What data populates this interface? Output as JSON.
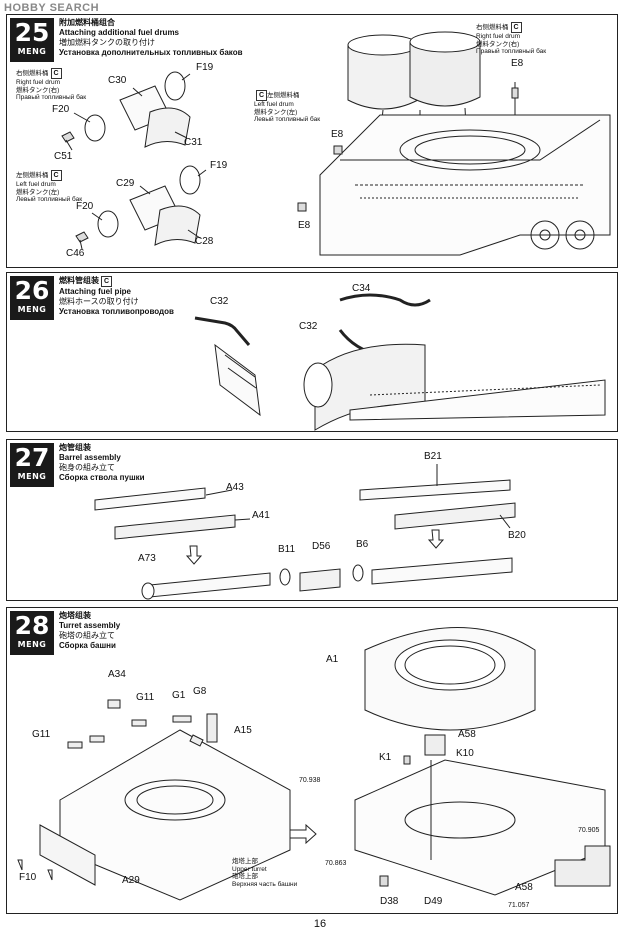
{
  "watermark": "HOBBY SEARCH",
  "page_number": "16",
  "brand": "MENG",
  "steps": [
    {
      "number": "25",
      "title_cn": "附加燃料桶组合",
      "title_en": "Attaching additional fuel drums",
      "title_jp": "増加燃料タンクの取り付け",
      "title_ru": "Установка дополнительных топливных баков",
      "right_drum": {
        "cn": "右侧燃料桶",
        "en": "Right fuel drum",
        "jp": "燃料タンク(右)",
        "ru": "Правый топливный бак"
      },
      "left_drum": {
        "cn": "左侧燃料桶",
        "en": "Left fuel drum",
        "jp": "燃料タンク(左)",
        "ru": "Левый топливный бак"
      },
      "parts": [
        "C30",
        "F19",
        "F20",
        "C51",
        "C31",
        "C29",
        "F19",
        "F20",
        "C46",
        "C28",
        "E8",
        "E8",
        "E8"
      ]
    },
    {
      "number": "26",
      "title_cn": "燃料管组装",
      "title_en": "Attaching fuel pipe",
      "title_jp": "燃料ホースの取り付け",
      "title_ru": "Установка топливопроводов",
      "parts": [
        "C32",
        "C34",
        "C32"
      ]
    },
    {
      "number": "27",
      "title_cn": "炮管组装",
      "title_en": "Barrel assembly",
      "title_jp": "砲身の組み立て",
      "title_ru": "Сборка ствола пушки",
      "parts": [
        "A43",
        "A41",
        "B21",
        "B20",
        "A73",
        "B11",
        "D56",
        "B6"
      ]
    },
    {
      "number": "28",
      "title_cn": "炮塔组装",
      "title_en": "Turret assembly",
      "title_jp": "砲塔の組み立て",
      "title_ru": "Сборка башни",
      "upper_turret": {
        "cn": "炮塔上部",
        "en": "Upper turret",
        "jp": "砲塔上部",
        "ru": "Верхняя часть башни"
      },
      "parts": [
        "A34",
        "G11",
        "G1",
        "G8",
        "G11",
        "A15",
        "F10",
        "A29",
        "A1",
        "A58",
        "K1",
        "K10",
        "D38",
        "D49",
        "A58"
      ],
      "paints": [
        "70.938",
        "70.863",
        "70.905",
        "71.057"
      ]
    }
  ]
}
